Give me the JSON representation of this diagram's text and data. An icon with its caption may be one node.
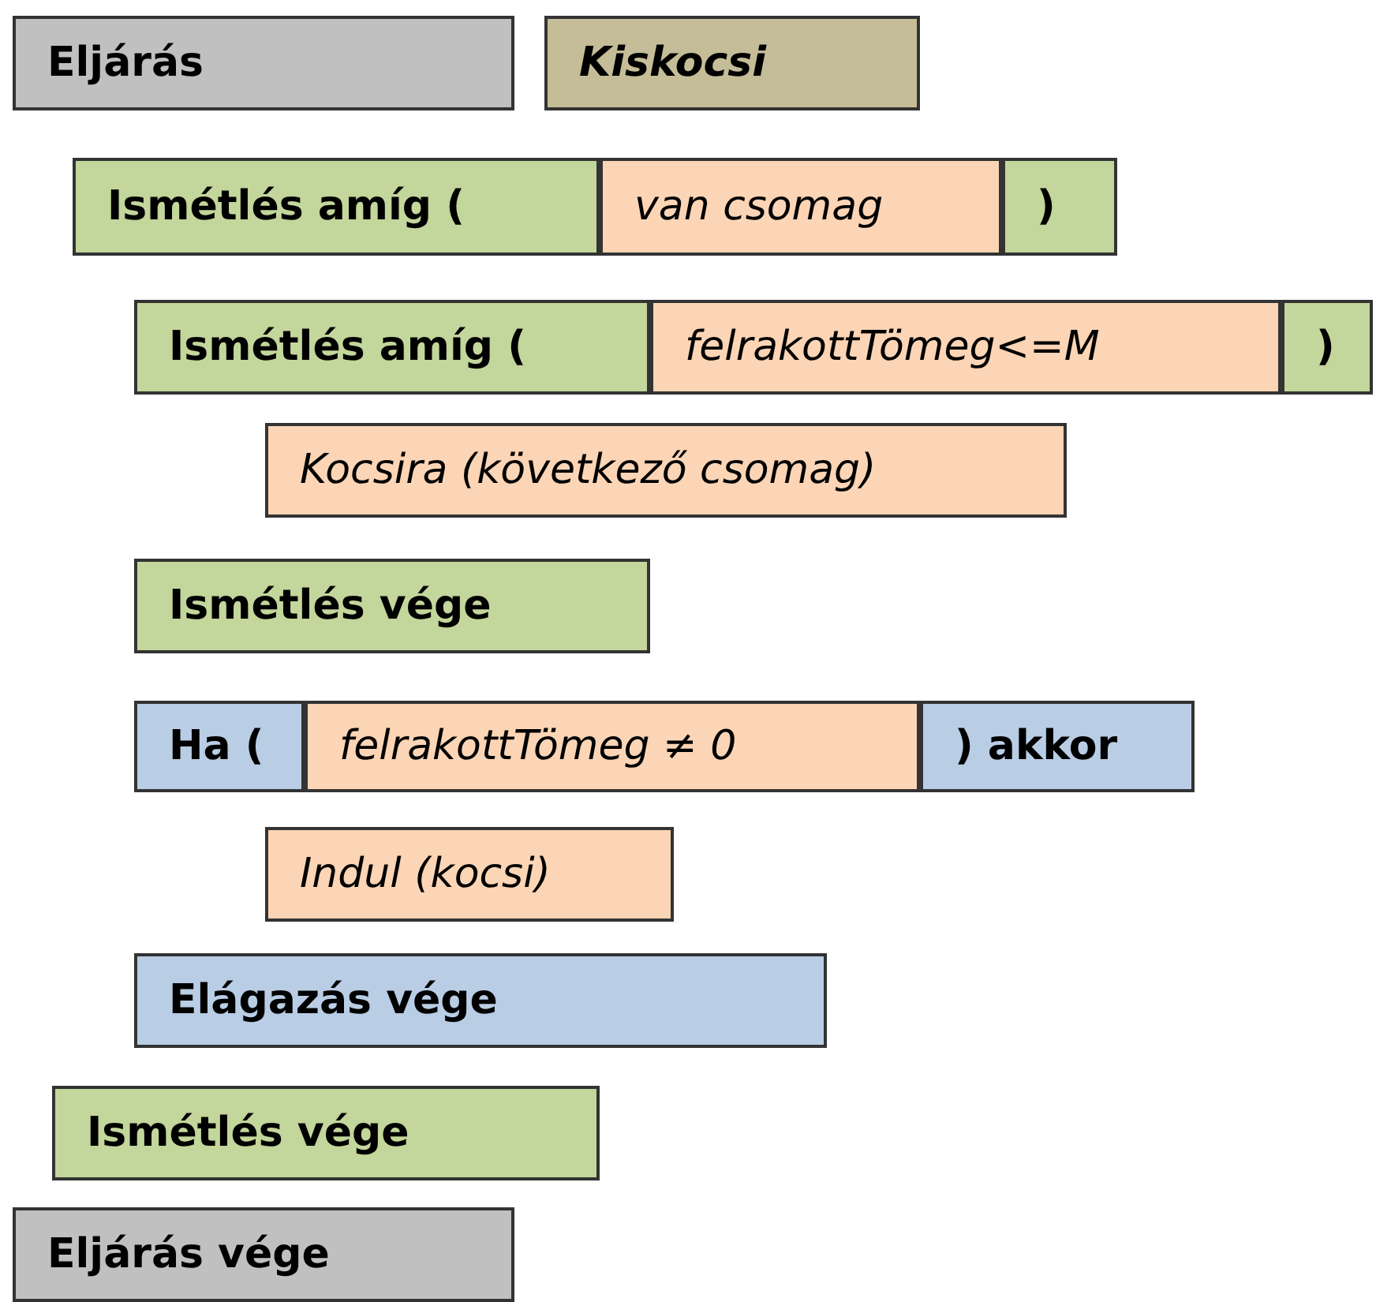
{
  "diagram": {
    "nodes": [
      {
        "text": [
          "Eljárás"
        ]
      },
      {
        "text": [
          "Kiskocsi"
        ]
      },
      {
        "text": [
          "Ismétlés amíg ("
        ]
      },
      {
        "text": [
          "van csomag"
        ]
      },
      {
        "text": [
          ")"
        ]
      },
      {
        "text": [
          "Ismétlés amíg ("
        ]
      },
      {
        "text": [
          "felrakottTömeg<=M"
        ]
      },
      {
        "text": [
          ")"
        ]
      },
      {
        "text": [
          "Kocsira (következő csomag)"
        ]
      },
      {
        "text": [
          "Ismétlés vége"
        ]
      },
      {
        "text": [
          "Ha ("
        ]
      },
      {
        "text": [
          "felrakottTömeg ≠ 0"
        ]
      },
      {
        "text": [
          ") akkor"
        ]
      },
      {
        "text": [
          "Indul (kocsi)"
        ]
      },
      {
        "text": [
          "Elágazás vége"
        ]
      },
      {
        "text": [
          "Ismétlés vége"
        ]
      },
      {
        "text": [
          "Eljárás vége"
        ]
      }
    ]
  }
}
